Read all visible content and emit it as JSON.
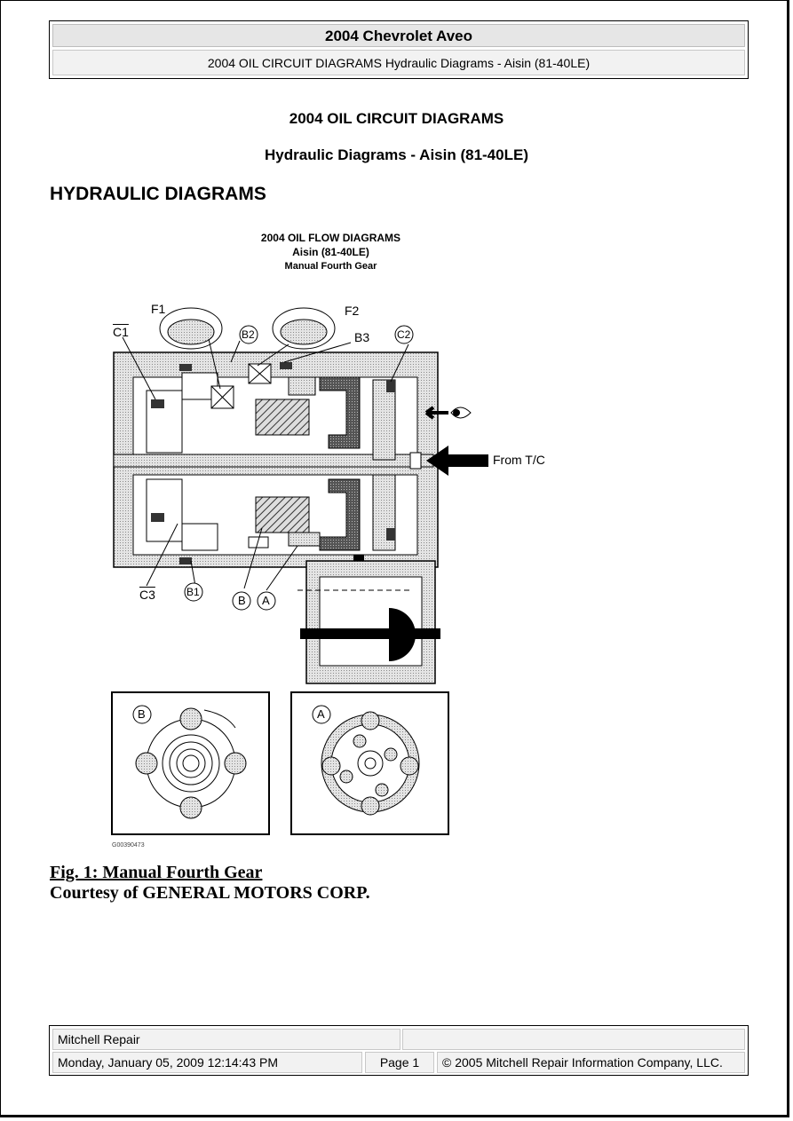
{
  "header": {
    "title": "2004 Chevrolet Aveo",
    "subtitle": "2004 OIL CIRCUIT DIAGRAMS Hydraulic Diagrams - Aisin (81-40LE)"
  },
  "document": {
    "title": "2004 OIL CIRCUIT DIAGRAMS",
    "subtitle": "Hydraulic Diagrams - Aisin (81-40LE)",
    "section_heading": "HYDRAULIC DIAGRAMS"
  },
  "figure": {
    "title_line1": "2004 OIL FLOW DIAGRAMS",
    "title_line2": "Aisin (81-40LE)",
    "title_line3": "Manual Fourth Gear",
    "labels": {
      "f1": "F1",
      "f2": "F2",
      "c1": "C1",
      "b2": "B2",
      "b3": "B3",
      "c2": "C2",
      "c3": "C3",
      "b1": "B1",
      "b": "B",
      "a": "A",
      "from_tc": "From T/C",
      "inset_b": "B",
      "inset_a": "A"
    },
    "figure_id": "G00390473"
  },
  "caption": {
    "line1": "Fig. 1: Manual Fourth Gear",
    "line2": "Courtesy of GENERAL MOTORS CORP."
  },
  "footer": {
    "source": "Mitchell Repair",
    "timestamp": "Monday, January 05, 2009 12:14:43 PM",
    "page": "Page 1",
    "copyright": "© 2005 Mitchell Repair Information Company, LLC."
  }
}
